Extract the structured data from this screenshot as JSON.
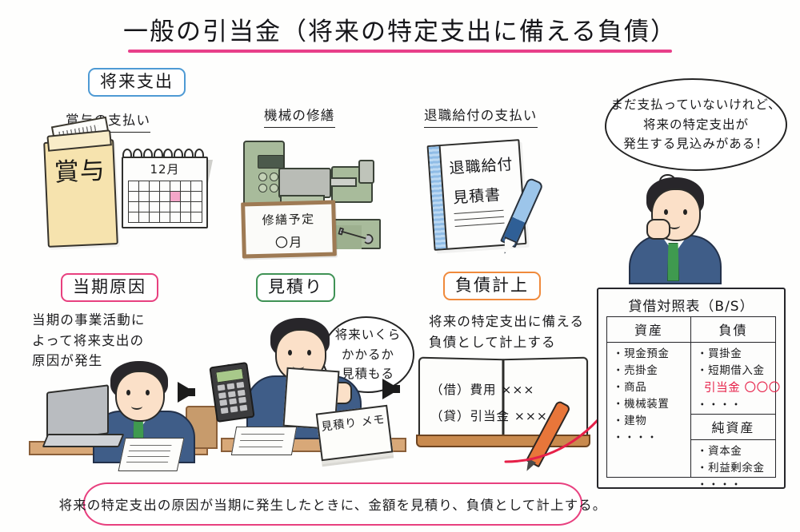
{
  "title": "一般の引当金（将来の特定支出に備える負債）",
  "top_section": {
    "badge": "将来支出",
    "items": [
      {
        "caption": "賞与の支払い",
        "envelope_label": "賞与",
        "calendar_month": "12月"
      },
      {
        "caption": "機械の修繕",
        "sign_line1": "修繕予定",
        "sign_line2": "〇月"
      },
      {
        "caption": "退職給付の支払い",
        "doc_line1": "退職給付",
        "doc_line2": "見積書"
      }
    ],
    "thought_bubble": "まだ支払っていないけれど、\n将来の特定支出が\n発生する見込みがある！"
  },
  "flow": {
    "step1": {
      "badge": "当期原因",
      "caption": "当期の事業活動に\nよって将来支出の\n原因が発生"
    },
    "step2": {
      "badge": "見積り",
      "thought_bubble": "将来いくら\nかかるか\n見積もる",
      "memo_label": "見積り\nメモ"
    },
    "step3": {
      "badge": "負債計上",
      "caption": "将来の特定支出に備える\n負債として計上する",
      "journal_entry": "（借）費用 ×××\n（貸）引当金  ×××"
    }
  },
  "balance_sheet": {
    "title": "貸借対照表（B/S）",
    "assets_header": "資産",
    "assets": [
      "・現金預金",
      "・売掛金",
      "・商品",
      "・機械装置",
      "・建物",
      "・・・・"
    ],
    "liabilities_header": "負債",
    "liabilities": [
      "・買掛金",
      "・短期借入金"
    ],
    "highlight_item": "引当金 〇〇〇",
    "liabilities_tail": "・・・・",
    "net_assets_header": "純資産",
    "net_assets": [
      "・資本金",
      "・利益剰余金",
      "・・・・"
    ]
  },
  "bottom_caption": "将来の特定支出の原因が当期に発生したときに、金額を見積り、負債として計上する。",
  "colors": {
    "title_underline": "#e8408a",
    "badge_blue": "#4e9ad4",
    "badge_pink": "#e8407f",
    "badge_green": "#3f9255",
    "badge_orange": "#f08a3c",
    "highlight_red": "#e62048",
    "calendar_highlight": "#f4a6c8"
  }
}
